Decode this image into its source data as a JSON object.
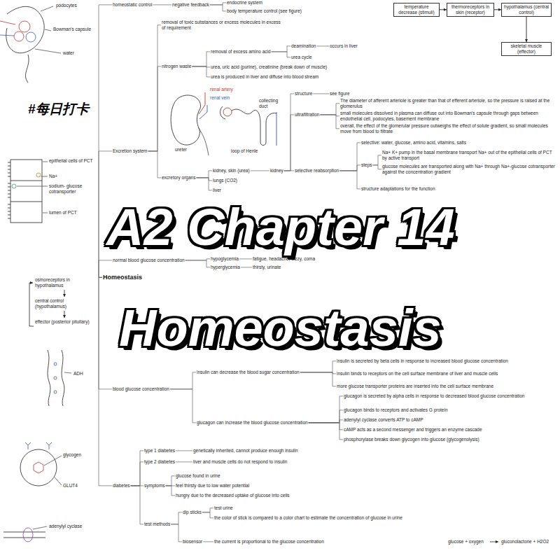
{
  "diagram": {
    "nodes": [
      {
        "text": [
          "Homeostasis"
        ]
      },
      {
        "text": [
          "homeostatic control"
        ]
      },
      {
        "text": [
          "negative feedback"
        ]
      },
      {
        "text": [
          "endocrine system"
        ]
      },
      {
        "text": [
          "body temperature control (see figure)"
        ]
      },
      {
        "text": [
          "Excretion system"
        ]
      },
      {
        "text": [
          "removal of toxic substances or excess molecules in excess of requirement"
        ]
      },
      {
        "text": [
          "nitrogen waste"
        ]
      },
      {
        "text": [
          "removal of excess amino acid"
        ]
      },
      {
        "text": [
          "deamination"
        ]
      },
      {
        "text": [
          "occurs in liver"
        ]
      },
      {
        "text": [
          "urea cycle"
        ]
      },
      {
        "text": [
          "urea, uric acid (purine), creatinine (break down of muscle)"
        ]
      },
      {
        "text": [
          "urea is produced in liver and diffuse into blood stream"
        ]
      },
      {
        "text": [
          "excretory organs"
        ]
      },
      {
        "text": [
          "kidney, skin (urea)"
        ]
      },
      {
        "text": [
          "lungs (CO2)"
        ]
      },
      {
        "text": [
          "liver"
        ]
      },
      {
        "text": [
          "kidney"
        ]
      },
      {
        "text": [
          "structure"
        ]
      },
      {
        "text": [
          "see figure"
        ]
      },
      {
        "text": [
          "ultrafiltration"
        ]
      },
      {
        "text": [
          "The diameter of afferent arteriole is greater than that of efferent arteriole, so the pressure is raised at the glomerulus"
        ]
      },
      {
        "text": [
          "small molecules dissolved in plasma can diffuse out into Bowman's capsule through gaps between endothelial cell, podocytes, basement membrane"
        ]
      },
      {
        "text": [
          "overall, the effect of the glomerular pressure outweighs the effect of solute gradient, so small molecules move from blood to filtrate"
        ]
      },
      {
        "text": [
          "selective reabsorption"
        ]
      },
      {
        "text": [
          "selective: water, glucose, amino acid, vitamins, salts"
        ]
      },
      {
        "text": [
          "steps"
        ]
      },
      {
        "text": [
          "Na+ K+ pump in the basal membrane transport Na+ out of the epithelial cells of PCT by active transport"
        ]
      },
      {
        "text": [
          "glucose molecules are transported along with Na+ through Na+-glucose cotransporter against the concentration gradient"
        ]
      },
      {
        "text": [
          "structure adaptations for the function"
        ]
      },
      {
        "text": [
          "normal blood glucose concentration"
        ]
      },
      {
        "text": [
          "hypoglycemia"
        ]
      },
      {
        "text": [
          "fatigue, headache, dizzy, coma"
        ]
      },
      {
        "text": [
          "hyperglycemia"
        ]
      },
      {
        "text": [
          "thirsty, urinate"
        ]
      },
      {
        "text": [
          "blood glucose concentration"
        ]
      },
      {
        "text": [
          "insulin can decrease the blood sugar concentration"
        ]
      },
      {
        "text": [
          "insulin is secreted by beta cells in response to increased blood glucose concentration"
        ]
      },
      {
        "text": [
          "insulin binds to receptors on the cell surface membrane of liver and muscle cells"
        ]
      },
      {
        "text": [
          "more glucose transporter proteins are inserted into the cell surface membrane"
        ]
      },
      {
        "text": [
          "glucagon can increase the blood glucose concentration"
        ]
      },
      {
        "text": [
          "glucagon is secreted by alpha cells in response to decreased blood glucose concentration"
        ]
      },
      {
        "text": [
          "glucagon binds to receptors and activates G protein"
        ]
      },
      {
        "text": [
          "adenylyl cyclase converts ATP to cAMP"
        ]
      },
      {
        "text": [
          "cAMP acts as a second messenger and triggers an enzyme cascade"
        ]
      },
      {
        "text": [
          "phosphorylase breaks down glycogen into glucose (glycogenolysis)"
        ]
      },
      {
        "text": [
          "diabetes"
        ]
      },
      {
        "text": [
          "type 1 diabetes"
        ]
      },
      {
        "text": [
          "genetically inherited, cannot produce enough insulin"
        ]
      },
      {
        "text": [
          "type 2 diabetes"
        ]
      },
      {
        "text": [
          "liver and muscle cells do not respond to insulin"
        ]
      },
      {
        "text": [
          "symptoms"
        ]
      },
      {
        "text": [
          "glucose found in urine"
        ]
      },
      {
        "text": [
          "feel thirsty due to low water potential"
        ]
      },
      {
        "text": [
          "hungry due to the decreased uptake of glucose into cells"
        ]
      },
      {
        "text": [
          "test methods"
        ]
      },
      {
        "text": [
          "dip sticks"
        ]
      },
      {
        "text": [
          "test urine"
        ]
      },
      {
        "text": [
          "the color of stick is compared to a color chart to estimate the concentration of glucose in urine"
        ]
      },
      {
        "text": [
          "biosensor"
        ]
      },
      {
        "text": [
          "the current is proportional to the glucose concentration"
        ]
      },
      {
        "text": [
          "temperature decrease (stimuli)"
        ]
      },
      {
        "text": [
          "thermoreceptors in skin (receptor)"
        ]
      },
      {
        "text": [
          "hypothalamus (central control)"
        ]
      },
      {
        "text": [
          "skeletal muscle (effector)"
        ]
      }
    ],
    "edges": [
      {
        "from": 0,
        "to": 1,
        "arrow": "none"
      },
      {
        "from": 1,
        "to": 2,
        "arrow": "none"
      },
      {
        "from": 2,
        "to": 3,
        "arrow": "none"
      },
      {
        "from": 2,
        "to": 4,
        "arrow": "none"
      },
      {
        "from": 0,
        "to": 5,
        "arrow": "none"
      },
      {
        "from": 5,
        "to": 6,
        "arrow": "none"
      },
      {
        "from": 5,
        "to": 7,
        "arrow": "none"
      },
      {
        "from": 7,
        "to": 8,
        "arrow": "none"
      },
      {
        "from": 8,
        "to": 9,
        "arrow": "none"
      },
      {
        "from": 9,
        "to": 10,
        "arrow": "none"
      },
      {
        "from": 8,
        "to": 11,
        "arrow": "none"
      },
      {
        "from": 7,
        "to": 12,
        "arrow": "none"
      },
      {
        "from": 7,
        "to": 13,
        "arrow": "none"
      },
      {
        "from": 5,
        "to": 14,
        "arrow": "none"
      },
      {
        "from": 14,
        "to": 15,
        "arrow": "none"
      },
      {
        "from": 14,
        "to": 16,
        "arrow": "none"
      },
      {
        "from": 14,
        "to": 17,
        "arrow": "none"
      },
      {
        "from": 15,
        "to": 18,
        "arrow": "none"
      },
      {
        "from": 18,
        "to": 19,
        "arrow": "none"
      },
      {
        "from": 19,
        "to": 20,
        "arrow": "none"
      },
      {
        "from": 18,
        "to": 21,
        "arrow": "none"
      },
      {
        "from": 21,
        "to": 22,
        "arrow": "none"
      },
      {
        "from": 21,
        "to": 23,
        "arrow": "none"
      },
      {
        "from": 21,
        "to": 24,
        "arrow": "none"
      },
      {
        "from": 18,
        "to": 25,
        "arrow": "none"
      },
      {
        "from": 25,
        "to": 26,
        "arrow": "none"
      },
      {
        "from": 25,
        "to": 27,
        "arrow": "none"
      },
      {
        "from": 27,
        "to": 28,
        "arrow": "none"
      },
      {
        "from": 27,
        "to": 29,
        "arrow": "none"
      },
      {
        "from": 25,
        "to": 30,
        "arrow": "none"
      },
      {
        "from": 0,
        "to": 31,
        "arrow": "none"
      },
      {
        "from": 31,
        "to": 32,
        "arrow": "none"
      },
      {
        "from": 32,
        "to": 33,
        "arrow": "none"
      },
      {
        "from": 31,
        "to": 34,
        "arrow": "none"
      },
      {
        "from": 34,
        "to": 35,
        "arrow": "none"
      },
      {
        "from": 0,
        "to": 36,
        "arrow": "none"
      },
      {
        "from": 36,
        "to": 37,
        "arrow": "none"
      },
      {
        "from": 37,
        "to": 38,
        "arrow": "none"
      },
      {
        "from": 37,
        "to": 39,
        "arrow": "none"
      },
      {
        "from": 37,
        "to": 40,
        "arrow": "none"
      },
      {
        "from": 36,
        "to": 41,
        "arrow": "none"
      },
      {
        "from": 41,
        "to": 42,
        "arrow": "none"
      },
      {
        "from": 41,
        "to": 43,
        "arrow": "none"
      },
      {
        "from": 41,
        "to": 44,
        "arrow": "none"
      },
      {
        "from": 41,
        "to": 45,
        "arrow": "none"
      },
      {
        "from": 41,
        "to": 46,
        "arrow": "none"
      },
      {
        "from": 0,
        "to": 47,
        "arrow": "none"
      },
      {
        "from": 47,
        "to": 48,
        "arrow": "none"
      },
      {
        "from": 48,
        "to": 49,
        "arrow": "none"
      },
      {
        "from": 47,
        "to": 50,
        "arrow": "none"
      },
      {
        "from": 50,
        "to": 51,
        "arrow": "none"
      },
      {
        "from": 47,
        "to": 52,
        "arrow": "none"
      },
      {
        "from": 52,
        "to": 53,
        "arrow": "none"
      },
      {
        "from": 52,
        "to": 54,
        "arrow": "none"
      },
      {
        "from": 52,
        "to": 55,
        "arrow": "none"
      },
      {
        "from": 47,
        "to": 56,
        "arrow": "none"
      },
      {
        "from": 56,
        "to": 57,
        "arrow": "none"
      },
      {
        "from": 57,
        "to": 58,
        "arrow": "none"
      },
      {
        "from": 57,
        "to": 59,
        "arrow": "none"
      },
      {
        "from": 56,
        "to": 60,
        "arrow": "none"
      },
      {
        "from": 60,
        "to": 61,
        "arrow": "none"
      },
      {
        "from": 62,
        "to": 63,
        "arrow": "to"
      },
      {
        "from": 63,
        "to": 64,
        "arrow": "to"
      },
      {
        "from": 64,
        "to": 65,
        "arrow": "to"
      }
    ],
    "labels": [
      "#每日打卡",
      "A2 Chapter 14",
      "Homeostasis",
      "podocytes",
      "Bowman's capsule",
      "water",
      "epithelial cells of PCT",
      "Na+",
      "sodium- glucose cotransporter",
      "lumen of PCT",
      "osmoreceptors in hypothalamus",
      "central control (hypothalamus)",
      "effector (posterior pituitary)",
      "ADH",
      "glycogen",
      "GLUT4",
      "adenylyl cyclase",
      "renal artery",
      "renal vein",
      "ureter",
      "loop of Henle",
      "collecting duct",
      "glucose + oxygen",
      "gluconolactone + H2O2"
    ]
  }
}
